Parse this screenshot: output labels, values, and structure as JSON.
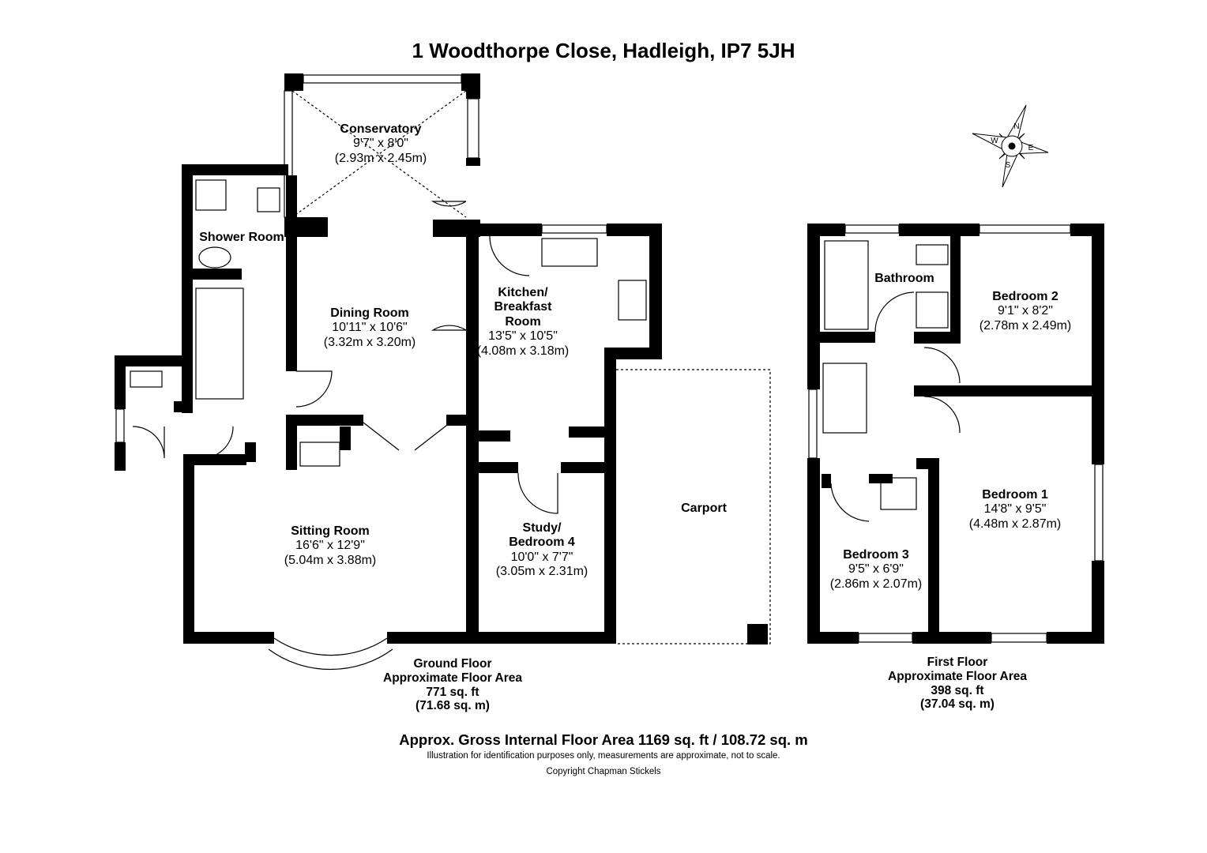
{
  "title": "1 Woodthorpe Close, Hadleigh, IP7 5JH",
  "compass": {
    "n": "N",
    "e": "E",
    "s": "S",
    "w": "W"
  },
  "ground_floor": {
    "rooms": [
      {
        "name": "Conservatory",
        "imperial": "9'7\" x 8'0\"",
        "metric": "(2.93m x 2.45m)"
      },
      {
        "name": "Shower Room"
      },
      {
        "name": "Dining Room",
        "imperial": "10'11\" x 10'6\"",
        "metric": "(3.32m x 3.20m)"
      },
      {
        "name": "Kitchen/",
        "name2": "Breakfast",
        "name3": "Room",
        "imperial": "13'5\" x 10'5\"",
        "metric": "(4.08m x 3.18m)"
      },
      {
        "name": "Sitting Room",
        "imperial": "16'6\" x 12'9\"",
        "metric": "(5.04m x 3.88m)"
      },
      {
        "name": "Study/",
        "name2": "Bedroom 4",
        "imperial": "10'0\" x 7'7\"",
        "metric": "(3.05m x 2.31m)"
      },
      {
        "name": "Carport"
      }
    ],
    "label": "Ground Floor",
    "area_label": "Approximate Floor Area",
    "sqft": "771 sq. ft",
    "sqm": "(71.68 sq. m)"
  },
  "first_floor": {
    "rooms": [
      {
        "name": "Bathroom"
      },
      {
        "name": "Bedroom 2",
        "imperial": "9'1\" x 8'2\"",
        "metric": "(2.78m x 2.49m)"
      },
      {
        "name": "Bedroom 1",
        "imperial": "14'8\" x 9'5\"",
        "metric": "(4.48m x 2.87m)"
      },
      {
        "name": "Bedroom 3",
        "imperial": "9'5\" x 6'9\"",
        "metric": "(2.86m x 2.07m)"
      }
    ],
    "label": "First Floor",
    "area_label": "Approximate Floor Area",
    "sqft": "398 sq. ft",
    "sqm": "(37.04 sq. m)"
  },
  "gross_area": "Approx. Gross Internal Floor Area 1169 sq. ft / 108.72 sq. m",
  "disclaimer": "Illustration for identification purposes only, measurements are approximate, not to scale.",
  "copyright": "Copyright Chapman Stickels"
}
